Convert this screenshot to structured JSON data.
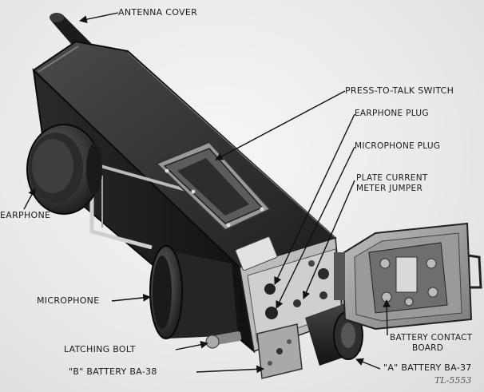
{
  "figure": {
    "subject": "Handheld radio transceiver",
    "reference": "TL-5553",
    "labels": {
      "antenna_cover": "ANTENNA COVER",
      "press_to_talk": "PRESS-TO-TALK SWITCH",
      "earphone_plug": "EARPHONE PLUG",
      "microphone_plug": "MICROPHONE PLUG",
      "plate_current_1": "PLATE CURRENT",
      "plate_current_2": "METER JUMPER",
      "earphone": "EARPHONE",
      "microphone": "MICROPHONE",
      "battery_contact_1": "BATTERY CONTACT",
      "battery_contact_2": "BOARD",
      "latching_bolt": "LATCHING BOLT",
      "b_battery": "\"B\" BATTERY BA-38",
      "a_battery": "\"A\" BATTERY BA-37"
    }
  }
}
